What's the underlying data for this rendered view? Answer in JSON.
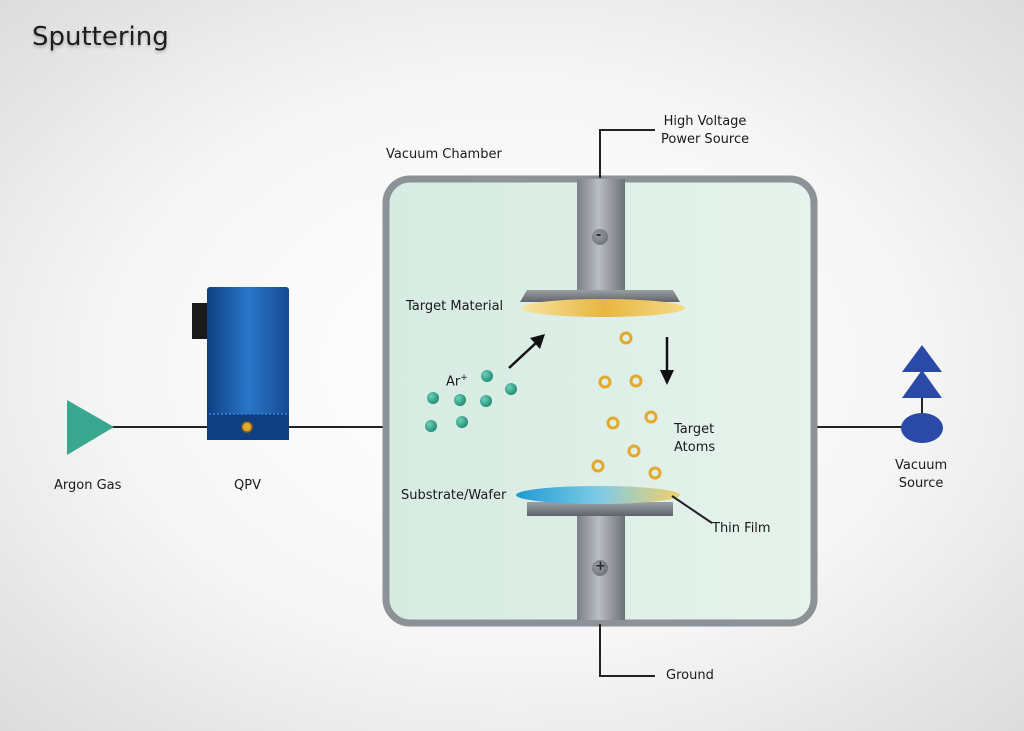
{
  "title": "Sputtering",
  "labels": {
    "argon_gas": "Argon Gas",
    "qpv": "QPV",
    "vacuum_chamber": "Vacuum Chamber",
    "high_voltage_line1": "High Voltage",
    "high_voltage_line2": "Power Source",
    "target_material": "Target Material",
    "ar_ion": "Ar",
    "ar_ion_sup": "+",
    "target_atoms_line1": "Target",
    "target_atoms_line2": "Atoms",
    "substrate_wafer": "Substrate/Wafer",
    "thin_film": "Thin Film",
    "ground": "Ground",
    "vacuum_source_line1": "Vacuum",
    "vacuum_source_line2": "Source",
    "minus_sign": "-",
    "plus_sign": "+"
  },
  "colors": {
    "argon_triangle": "#3aa890",
    "qpv_body": "#1b5fb0",
    "chamber_fill": "#dceee6",
    "chamber_border": "#8d9297",
    "ion": "#2e9a82",
    "atom": "#e3a92c",
    "vacuum_source": "#2b4aa8",
    "line": "#222222"
  }
}
